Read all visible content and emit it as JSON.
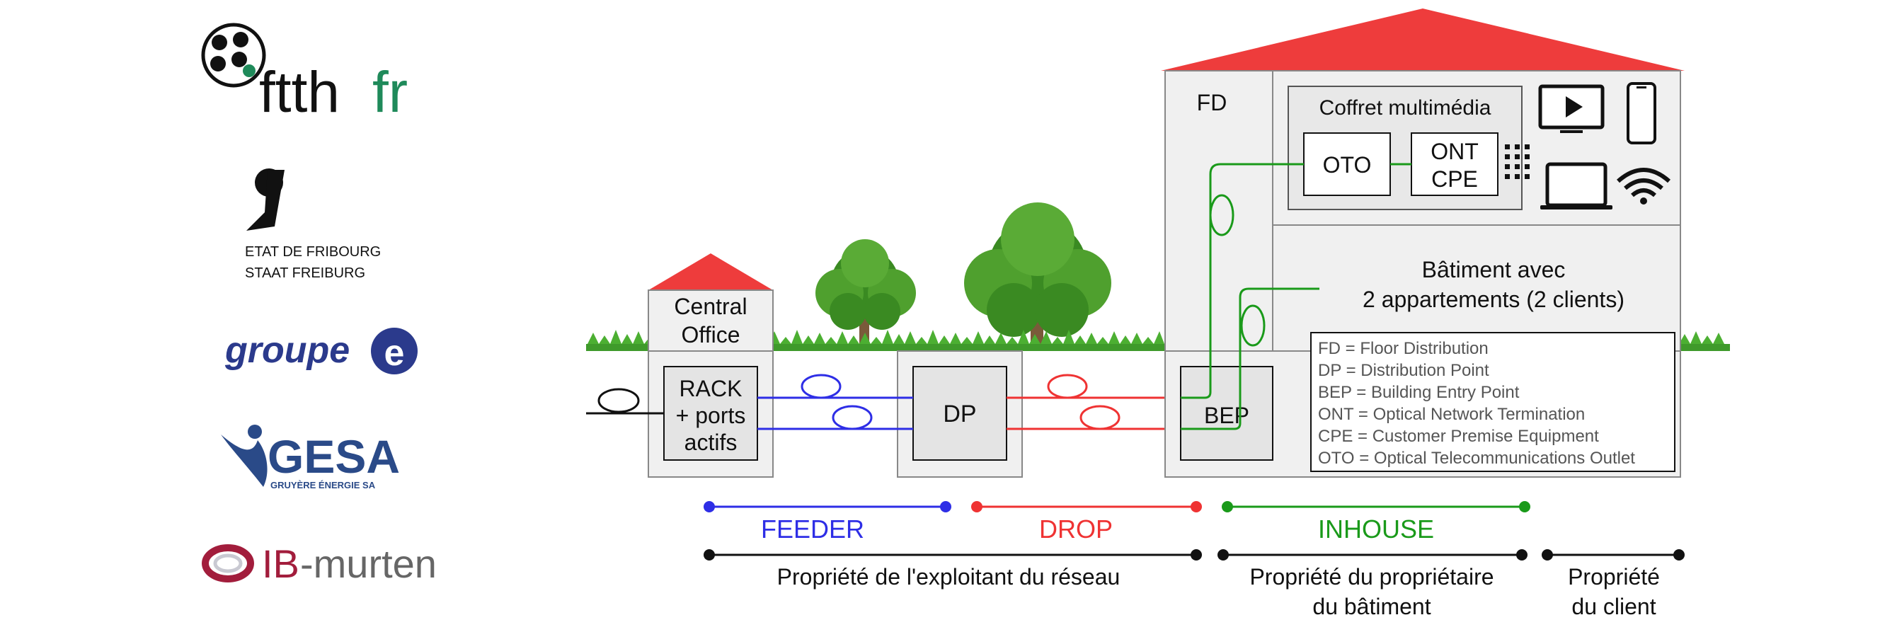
{
  "logos": {
    "ftth": {
      "word1": "ftth",
      "word2": "fr"
    },
    "fribourg": {
      "line1": "ETAT DE FRIBOURG",
      "line2": "STAAT FREIBURG"
    },
    "groupe_e": {
      "text": "groupe",
      "letter": "e"
    },
    "gesa": {
      "name": "GESA",
      "subtitle": "GRUYÈRE ÉNERGIE SA"
    },
    "ib_murten": {
      "ib": "IB",
      "rest": "-murten"
    }
  },
  "central_office": {
    "label_line1": "Central",
    "label_line2": "Office",
    "rack_line1": "RACK",
    "rack_line2": "+ ports",
    "rack_line3": "actifs"
  },
  "dp": {
    "label": "DP"
  },
  "building": {
    "fd_label": "FD",
    "coffret_label": "Coffret multimédia",
    "oto_label": "OTO",
    "ont_line1": "ONT",
    "ont_line2": "CPE",
    "bep_label": "BEP",
    "desc_line1": "Bâtiment avec",
    "desc_line2": "2 appartements (2 clients)"
  },
  "legend": [
    "FD = Floor Distribution",
    "DP = Distribution Point",
    "BEP = Building Entry Point",
    "ONT = Optical Network Termination",
    "CPE = Customer Premise Equipment",
    "OTO = Optical Telecommunications Outlet"
  ],
  "segments": {
    "feeder": "FEEDER",
    "drop": "DROP",
    "inhouse": "INHOUSE"
  },
  "ownership": {
    "network_operator": "Propriété de l'exploitant du réseau",
    "building_owner_line1": "Propriété du propriétaire",
    "building_owner_line2": "du bâtiment",
    "client_line1": "Propriété",
    "client_line2": "du client"
  },
  "colors": {
    "feeder": "#2e2ee6",
    "drop": "#ef3333",
    "inhouse": "#1a9a1a",
    "roof": "#ee3c3c",
    "grass": "#3f9a2b",
    "ftth_green": "#1f8a5a",
    "groupe_e_blue": "#2b3a8c",
    "gesa_blue": "#2a4a88",
    "ib_red": "#a21d3c"
  }
}
